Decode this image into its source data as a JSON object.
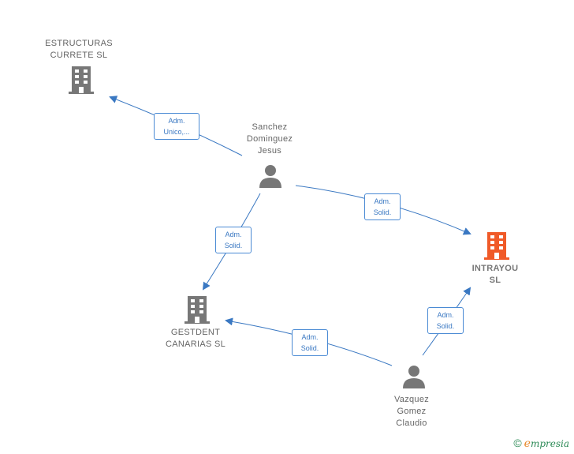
{
  "colors": {
    "edge": "#3a78c2",
    "company": "#777777",
    "company_main": "#f05a28",
    "person": "#777777"
  },
  "nodes": {
    "estructuras": {
      "label": "ESTRUCTURAS\nCURRETE  SL",
      "icon": "building-icon"
    },
    "gestdent": {
      "label": "GESTDENT\nCANARIAS  SL",
      "icon": "building-icon"
    },
    "intrayou": {
      "label": "INTRAYOU\nSL",
      "icon": "building-icon"
    },
    "sanchez": {
      "label": "Sanchez\nDominguez\nJesus",
      "icon": "person-icon"
    },
    "vazquez": {
      "label": "Vazquez\nGomez\nClaudio",
      "icon": "person-icon"
    }
  },
  "edges": {
    "sanchez_estructuras": "Adm.\nUnico,...",
    "sanchez_intrayou": "Adm.\nSolid.",
    "sanchez_gestdent": "Adm.\nSolid.",
    "vazquez_gestdent": "Adm.\nSolid.",
    "vazquez_intrayou": "Adm.\nSolid."
  },
  "brand": {
    "symbol": "©",
    "first": "e",
    "rest": "mpresia"
  }
}
